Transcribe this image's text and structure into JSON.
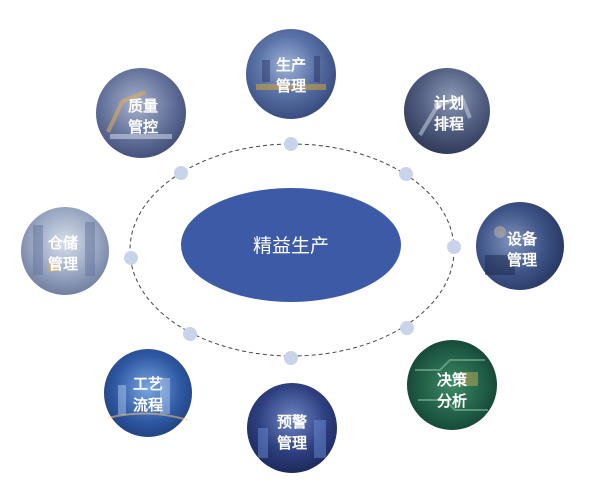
{
  "center": {
    "label": "精益生产",
    "color": "#3c5aa6"
  },
  "colors": {
    "ring": "#444444",
    "dot": "#c9d3ea",
    "node_text": "#ffffff"
  },
  "nodes": [
    {
      "key": "production",
      "line1": "生产",
      "line2": "管理",
      "theme": "blue-factory"
    },
    {
      "key": "planning",
      "line1": "计划",
      "line2": "排程",
      "theme": "robot-arm"
    },
    {
      "key": "equipment",
      "line1": "设备",
      "line2": "管理",
      "theme": "worker-machine"
    },
    {
      "key": "decision",
      "line1": "决策",
      "line2": "分析",
      "theme": "circuit-board"
    },
    {
      "key": "warning",
      "line1": "预警",
      "line2": "管理",
      "theme": "night-city"
    },
    {
      "key": "process",
      "line1": "工艺",
      "line2": "流程",
      "theme": "city-skyline"
    },
    {
      "key": "warehouse",
      "line1": "仓储",
      "line2": "管理",
      "theme": "warehouse-shelves"
    },
    {
      "key": "quality",
      "line1": "质量",
      "line2": "管控",
      "theme": "robot-assembly"
    }
  ]
}
